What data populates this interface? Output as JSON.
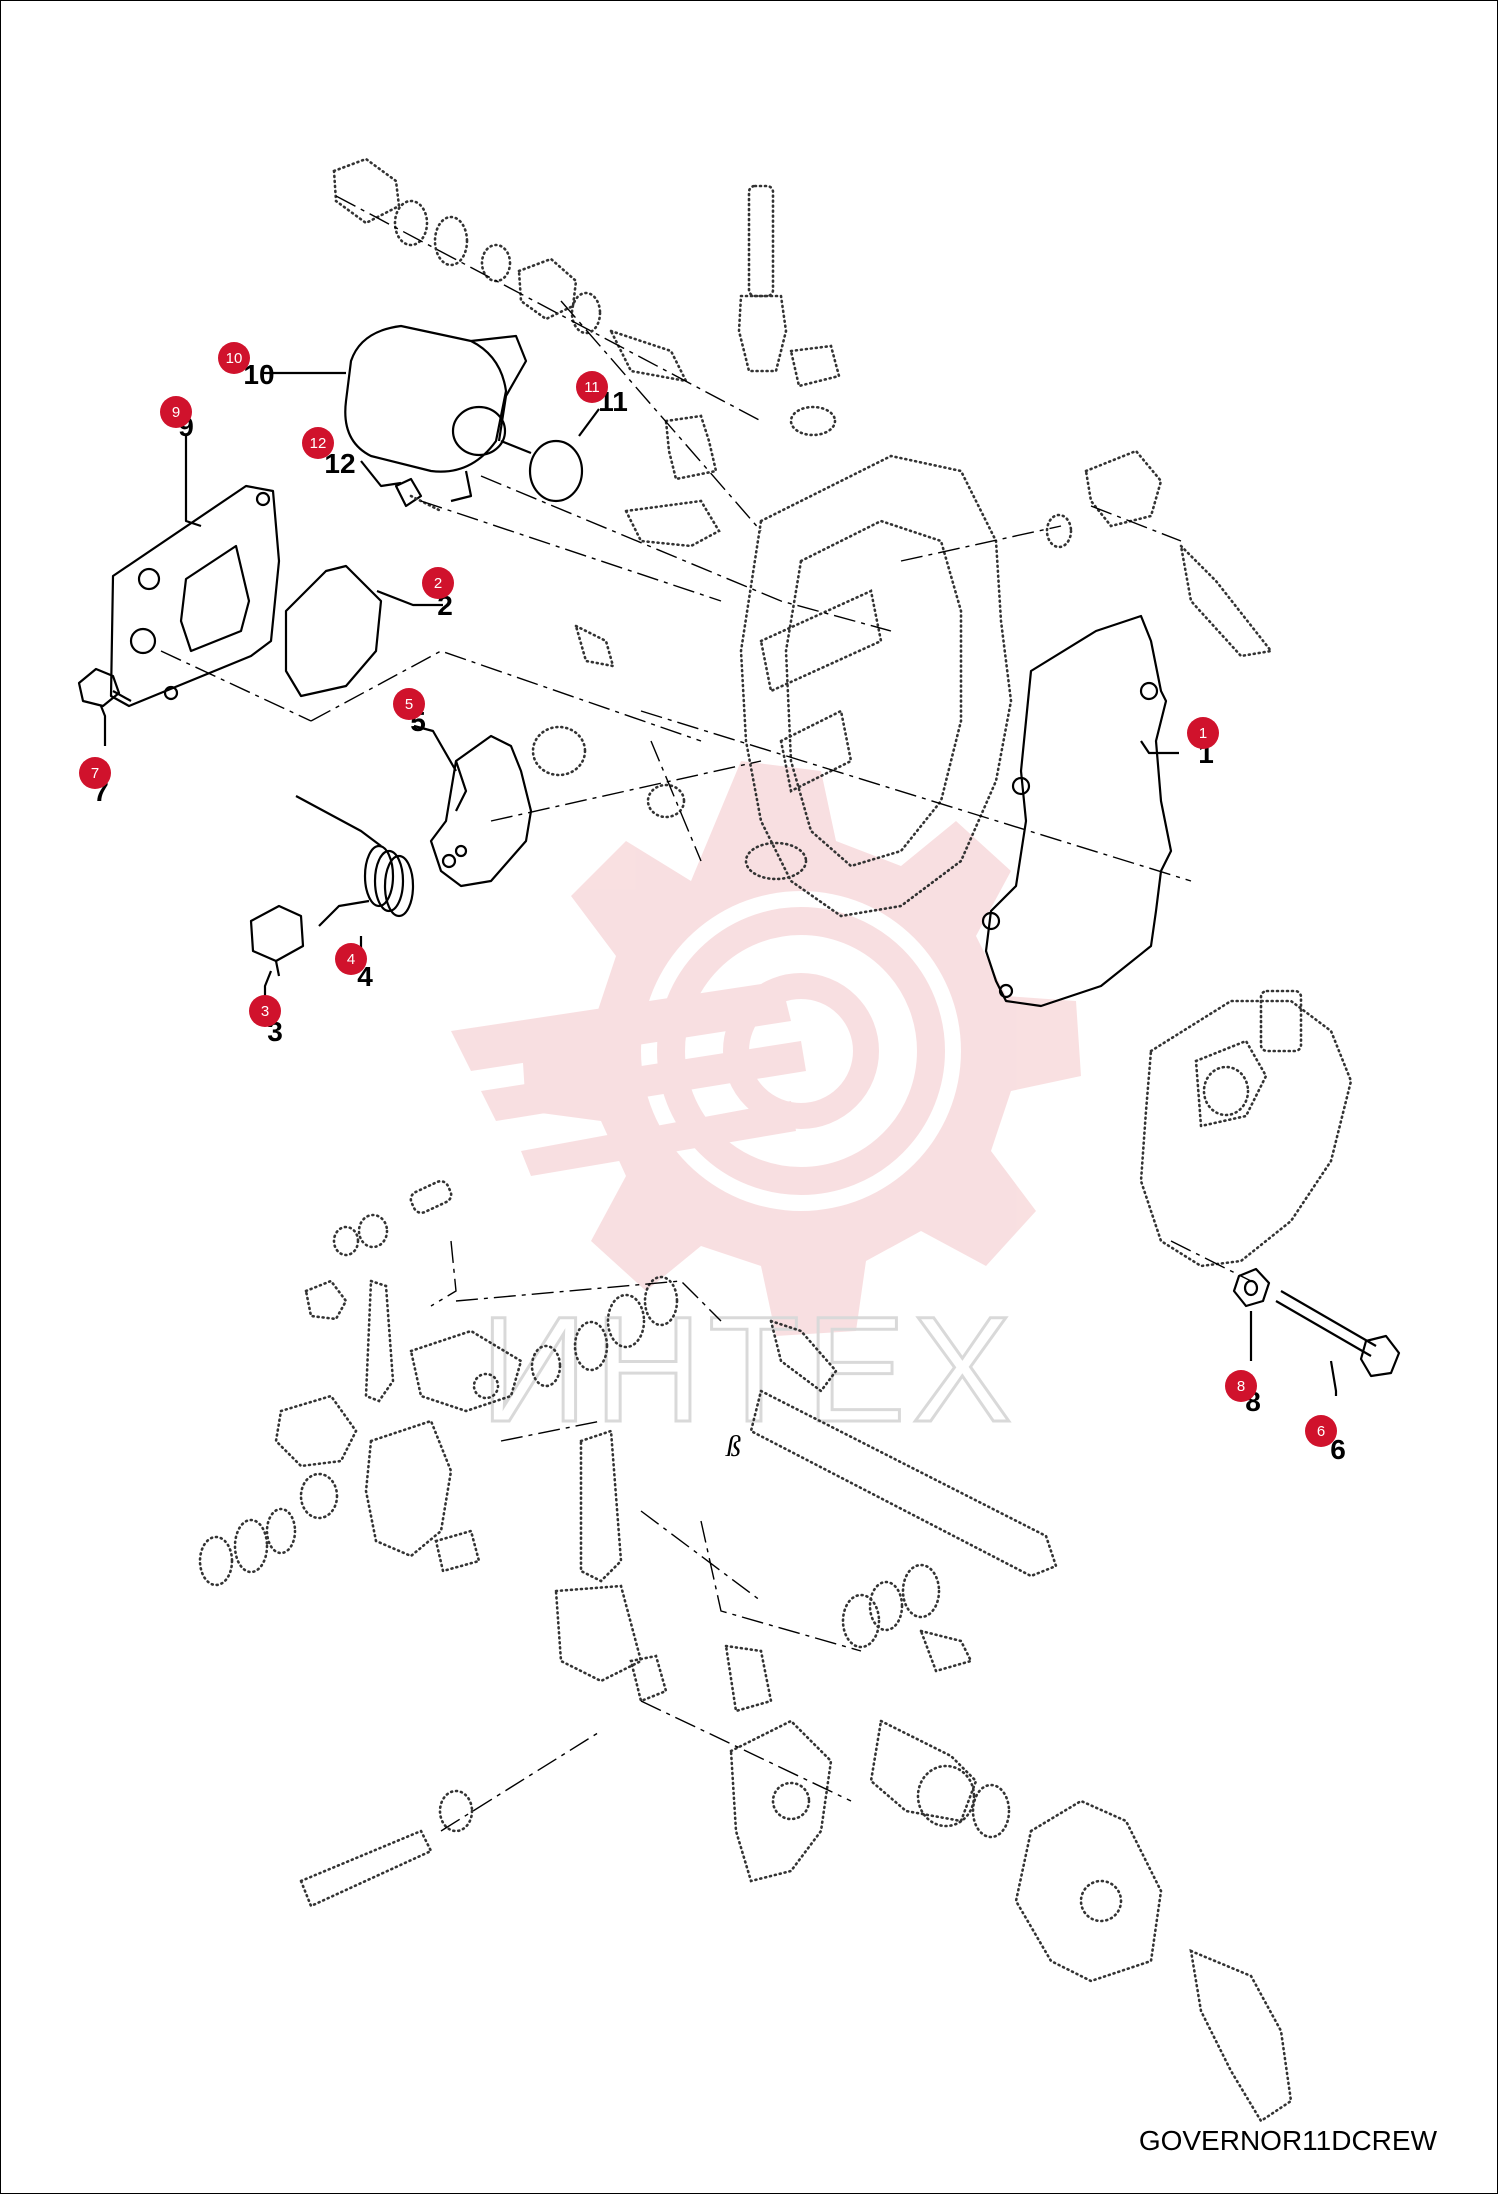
{
  "drawing": {
    "code": "GOVERNOR11DCREW",
    "watermark_text": "ИНТЕХ",
    "badge_color": "#d0122c",
    "watermark_color": "#f4c6c9"
  },
  "callouts": [
    {
      "id": 1,
      "label": "1"
    },
    {
      "id": 2,
      "label": "2"
    },
    {
      "id": 3,
      "label": "3"
    },
    {
      "id": 4,
      "label": "4"
    },
    {
      "id": 5,
      "label": "5"
    },
    {
      "id": 6,
      "label": "6"
    },
    {
      "id": 7,
      "label": "7"
    },
    {
      "id": 8,
      "label": "8"
    },
    {
      "id": 9,
      "label": "9"
    },
    {
      "id": 10,
      "label": "10"
    },
    {
      "id": 11,
      "label": "11"
    },
    {
      "id": 12,
      "label": "12"
    }
  ]
}
